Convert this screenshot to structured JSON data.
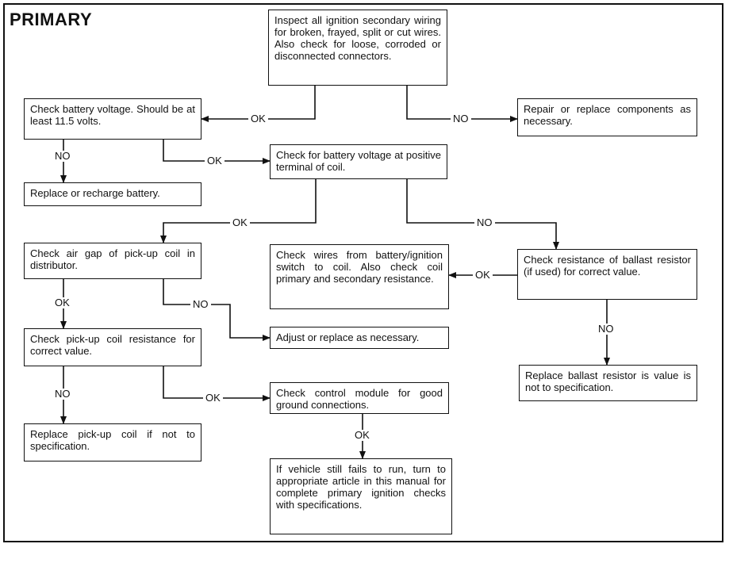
{
  "title": "PRIMARY",
  "boxes": {
    "inspect": "Inspect all ignition secondary wiring for broken, frayed, split or cut wires. Also check for loose, corroded or disconnected connectors.",
    "battery_voltage": "Check battery voltage. Should be at least 11.5 volts.",
    "repair_replace": "Repair or replace components as necessary.",
    "coil_voltage": "Check for battery voltage at positive terminal of coil.",
    "replace_battery": "Replace or recharge battery.",
    "air_gap": "Check air gap of pick-up coil in distributor.",
    "check_wires": "Check wires from battery/ignition switch to coil. Also check coil primary and secondary resistance.",
    "ballast_resistance": "Check resistance of ballast resistor (if used) for correct value.",
    "adjust_replace": "Adjust or replace as necessary.",
    "pickup_resistance": "Check pick-up coil resistance for correct value.",
    "replace_ballast": "Replace ballast resistor is value is not to specification.",
    "control_module": "Check control module for good ground connections.",
    "replace_pickup": "Replace pick-up coil if not to specification.",
    "still_fails": "If vehicle still fails to run, turn to appropriate article in this manual for complete primary ignition checks with specifications."
  },
  "labels": {
    "ok1": "OK",
    "no1": "NO",
    "no2": "NO",
    "ok2": "OK",
    "ok3": "OK",
    "no3": "NO",
    "ok4": "OK",
    "ok5": "OK",
    "no4": "NO",
    "no5": "NO",
    "no6": "NO",
    "ok6": "OK",
    "ok7": "OK"
  }
}
